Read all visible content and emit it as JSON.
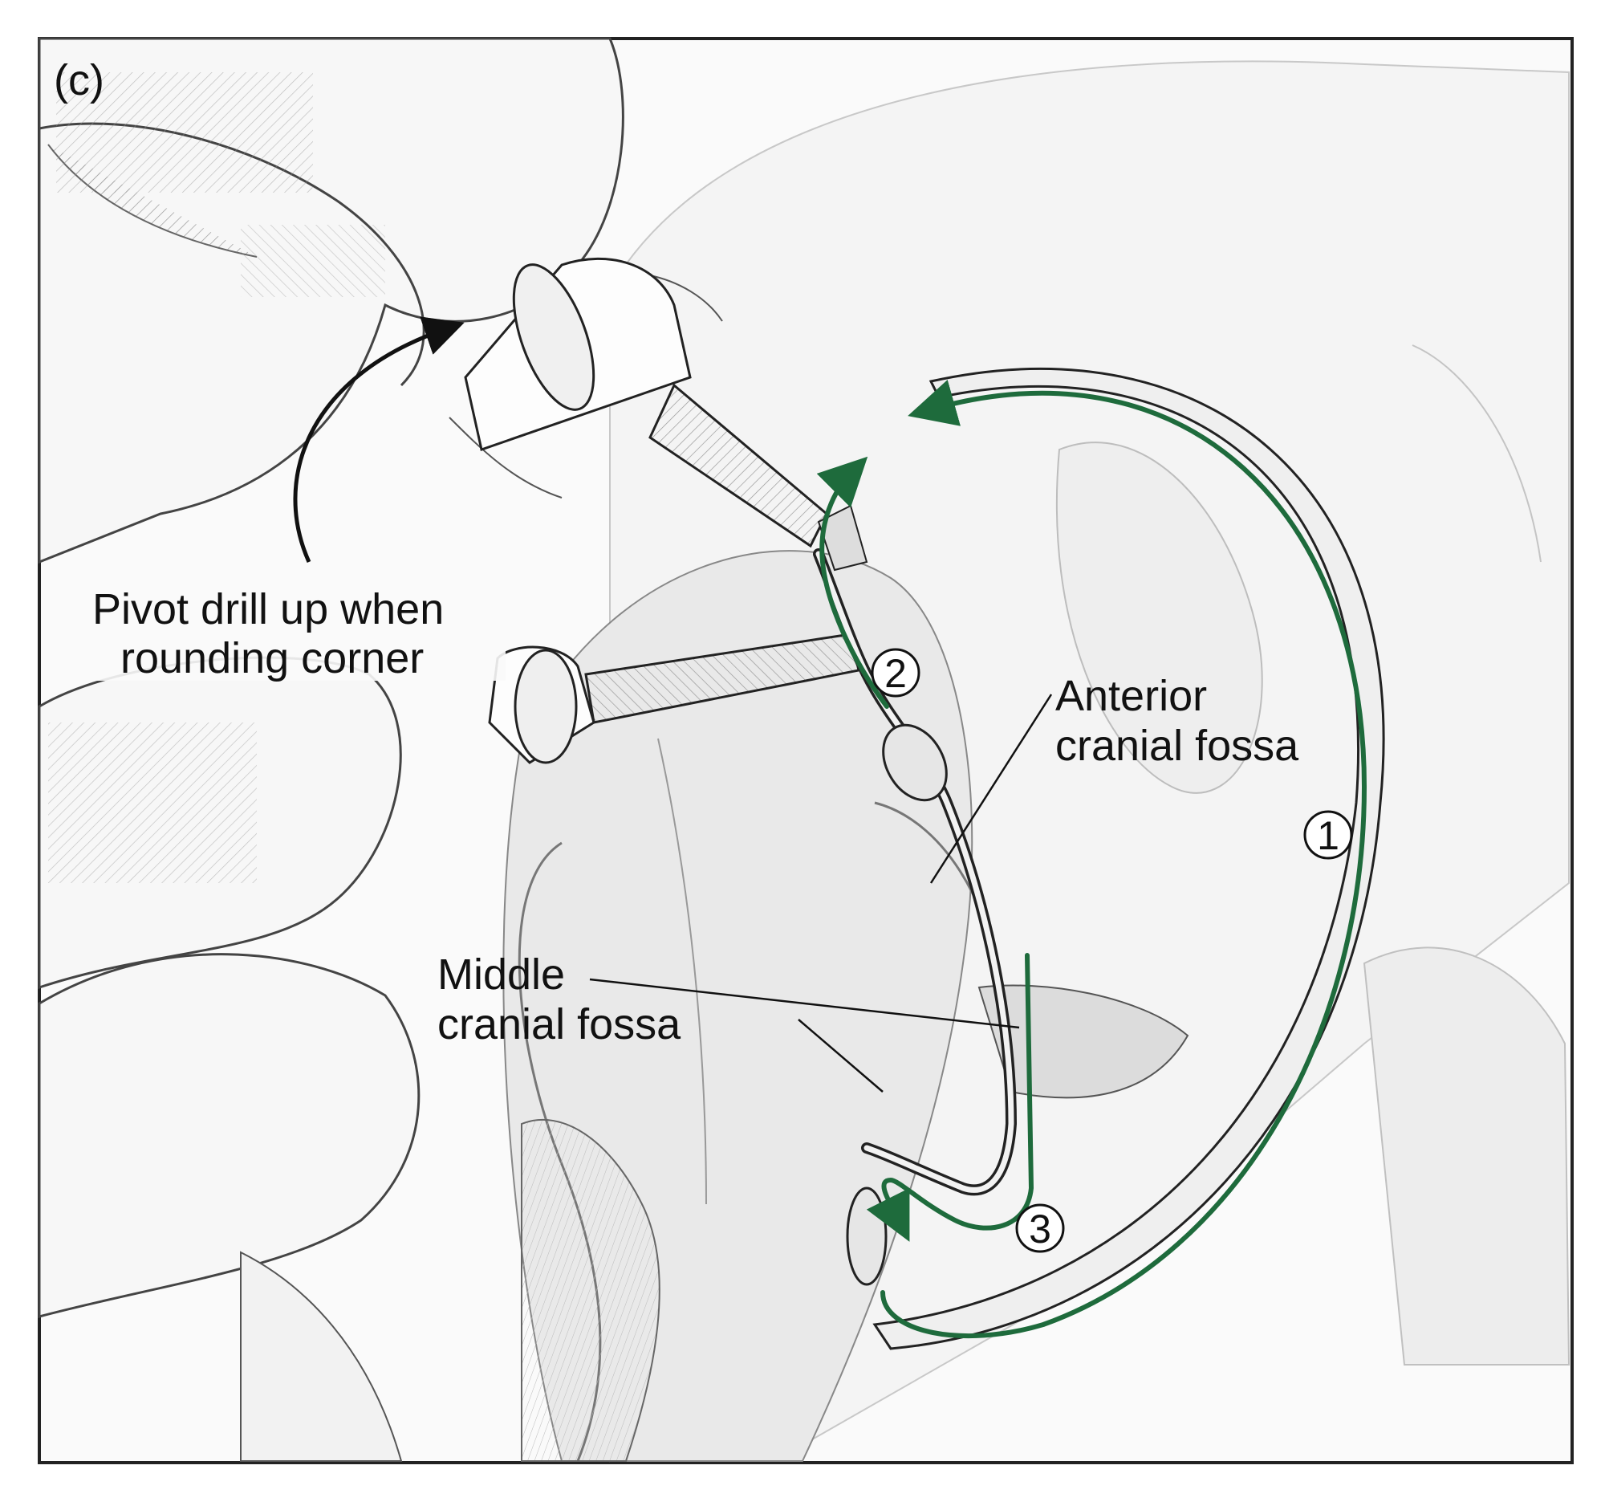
{
  "panel": {
    "label": "(c)"
  },
  "labels": {
    "pivot_line1": "Pivot drill up when",
    "pivot_line2": "rounding corner",
    "anterior_line1": "Anterior",
    "anterior_line2": "cranial fossa",
    "middle_line1": "Middle",
    "middle_line2": "cranial fossa"
  },
  "steps": [
    "1",
    "2",
    "3"
  ],
  "colors": {
    "path": "#1e6b3c",
    "ink": "#222222",
    "bone": "#f3f3f3",
    "shade": "#d9d9d9"
  }
}
